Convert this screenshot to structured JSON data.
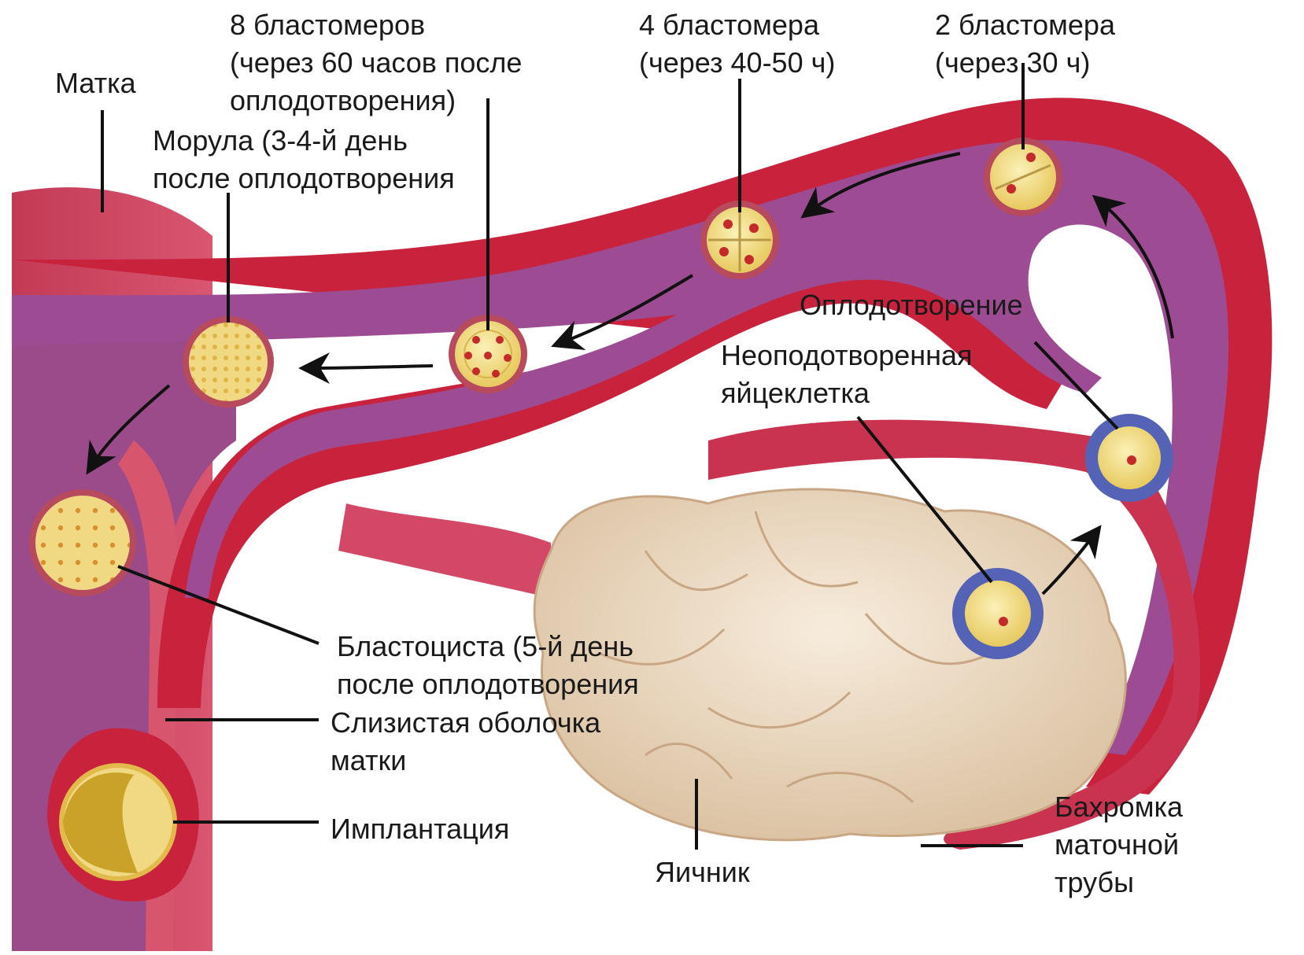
{
  "labels": {
    "uterus": "Матка",
    "blast8": [
      "8 бластомеров",
      "(через 60 часов после",
      "оплодотворения)"
    ],
    "blast4": [
      "4 бластомера",
      "(через 40-50 ч)"
    ],
    "blast2": [
      "2 бластомера",
      "(через 30 ч)"
    ],
    "morula": [
      "Морула (3-4-й день",
      "после оплодотворения"
    ],
    "fertilization": "Оплодотворение",
    "unfertilized": [
      "Неоподотворенная",
      "яйцеклетка"
    ],
    "blastocyst": [
      "Бластоциста (5-й день",
      "после оплодотворения"
    ],
    "mucosa": [
      "Слизистая оболочка",
      "матки"
    ],
    "implantation": "Имплантация",
    "ovary": "Яичник",
    "fimbria": [
      "Бахромка",
      "маточной",
      "трубы"
    ]
  },
  "colors": {
    "tube_wall": "#c8223c",
    "tube_inner": "#9a4a90",
    "uterus_wall": "#d9455e",
    "ovary": "#eedbc2",
    "cell_fill": "#f2de86",
    "nucleus": "#c52a2a",
    "corona": "#4b5bb0"
  }
}
